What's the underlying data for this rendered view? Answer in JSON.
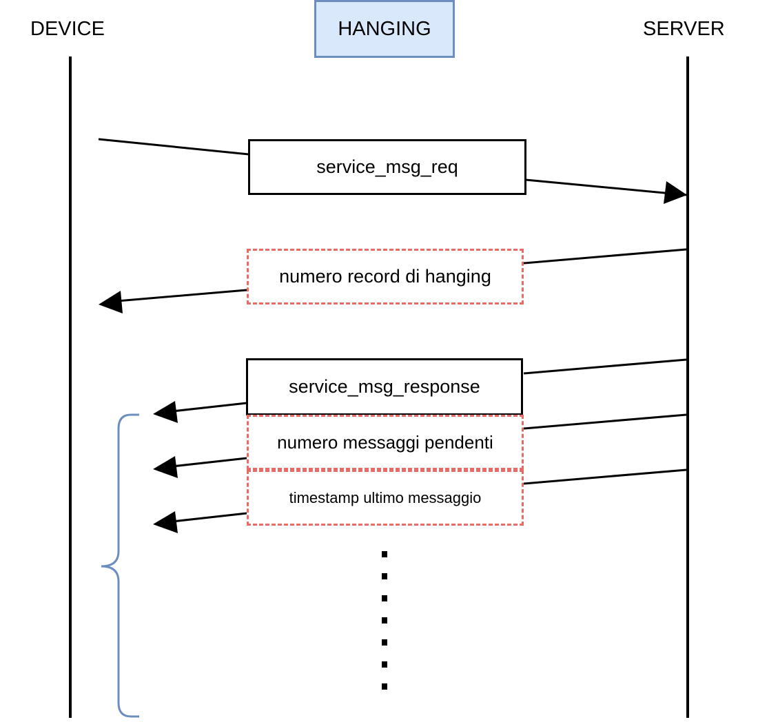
{
  "participants": {
    "device": "DEVICE",
    "hanging": "HANGING",
    "server": "SERVER"
  },
  "messages": {
    "request": "service_msg_req",
    "record_count": "numero record di hanging",
    "response": "service_msg_response",
    "pending_count": "numero messaggi pendenti",
    "last_timestamp": "timestamp ultimo messaggio"
  },
  "colors": {
    "line": "#000000",
    "dashed_border": "#ea6b66",
    "header_fill": "#dae8fc",
    "header_border": "#6c8ebf",
    "brace": "#6c8ebf"
  }
}
